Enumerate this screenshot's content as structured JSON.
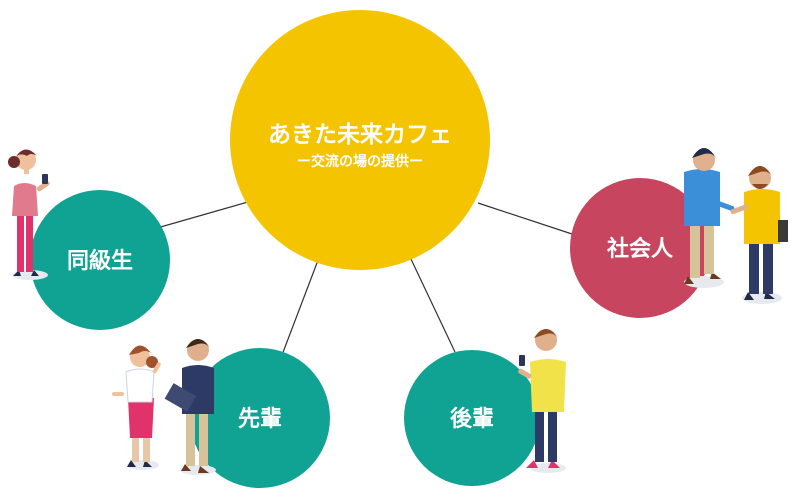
{
  "diagram": {
    "center": {
      "title": "あきた未来カフェ",
      "subtitle": "ー交流の場の提供ー",
      "color": "#F5C400"
    },
    "nodes": [
      {
        "id": "doukyuusei",
        "label": "同級生",
        "color": "#10A293"
      },
      {
        "id": "senpai",
        "label": "先輩",
        "color": "#10A293"
      },
      {
        "id": "kouhai",
        "label": "後輩",
        "color": "#10A293"
      },
      {
        "id": "shakaijin",
        "label": "社会人",
        "color": "#C8455F"
      }
    ],
    "line_color": "#333333"
  }
}
